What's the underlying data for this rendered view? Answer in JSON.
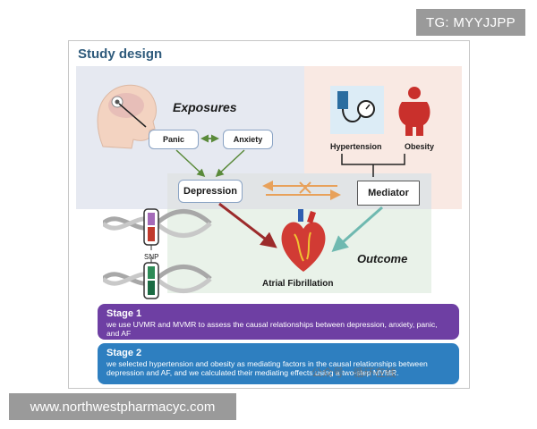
{
  "watermark_top": "TG: MYYJJPP",
  "watermark_bottom": "www.northwestpharmacyc.com",
  "title": "Study design",
  "exposures_label": "Exposures",
  "panic_label": "Panic",
  "anxiety_label": "Anxiety",
  "depression_label": "Depression",
  "mediator_label": "Mediator",
  "hypertension_label": "Hypertension",
  "obesity_label": "Obesity",
  "outcome_label": "Outcome",
  "af_label": "Atrial Fibrillation",
  "snp_label": "SNP",
  "stage1": {
    "title": "Stage 1",
    "text": "we use UVMR and MVMR to assess the causal relationships between depression, anxiety, panic, and AF"
  },
  "stage2": {
    "title": "Stage 2",
    "text": "we selected hypertension and obesity as mediating factors in the causal relationships between depression and AF, and we calculated their mediating effects using a two-step MVMR."
  },
  "wechat_watermark": "公众号 · 循环在线",
  "colors": {
    "title": "#2f5b7c",
    "stage1": "#6e3fa3",
    "stage2": "#2e7fc0",
    "arrow_green": "#5a8a3a",
    "arrow_red": "#9c2b2b",
    "arrow_teal": "#6fb9b0",
    "arrow_orange": "#e8a15a"
  }
}
